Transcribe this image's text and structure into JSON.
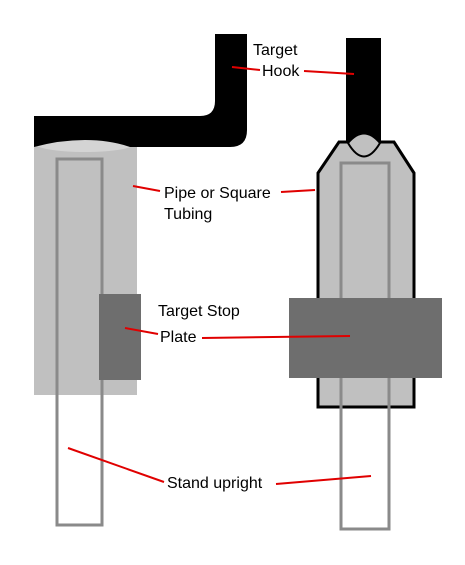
{
  "labels": {
    "target_hook_line1": "Target",
    "target_hook_line2": "Hook",
    "pipe_line1": "Pipe or Square",
    "pipe_line2": "Tubing",
    "stop_line1": "Target Stop",
    "stop_line2": "Plate",
    "upright": "Stand upright"
  },
  "colors": {
    "hook": "#000000",
    "pipe": "#c0c0c0",
    "upright_outline": "#8a8a8a",
    "stop_plate": "#6e6e6e",
    "leader": "#e00000",
    "text": "#000000"
  }
}
